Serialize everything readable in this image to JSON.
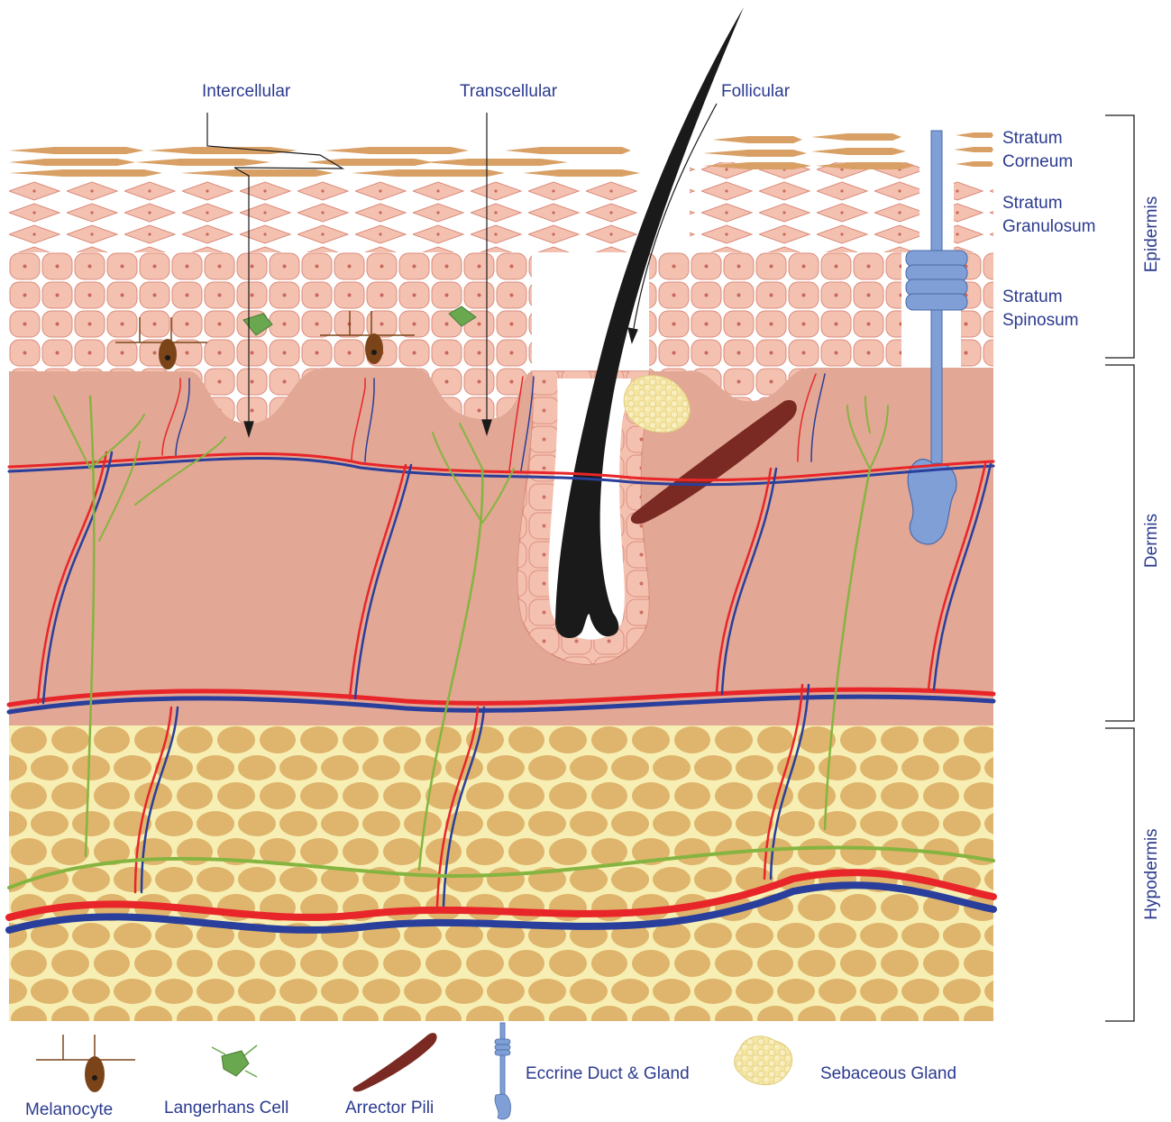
{
  "route_labels": {
    "intercellular": "Intercellular",
    "transcellular": "Transcellular",
    "follicular": "Follicular"
  },
  "stratum_labels": [
    {
      "line1": "Stratum",
      "line2": "Corneum"
    },
    {
      "line1": "Stratum",
      "line2": "Granulosum"
    },
    {
      "line1": "Stratum",
      "line2": "Spinosum"
    }
  ],
  "layer_labels": {
    "epidermis": "Epidermis",
    "dermis": "Dermis",
    "hypodermis": "Hypodermis"
  },
  "legend": {
    "melanocyte": "Melanocyte",
    "langerhans": "Langerhans Cell",
    "arrector": "Arrector Pili",
    "eccrine": "Eccrine Duct & Gland",
    "sebaceous": "Sebaceous Gland"
  },
  "colors": {
    "label_text": "#2b3a8f",
    "corneum": "#d9a066",
    "keratinocyte": "#f4c1b0",
    "keratinocyte_edge": "#d98a7a",
    "dermis": "#e2a795",
    "hypodermis_bg": "#f6eeb2",
    "fat_cell": "#dfb46c",
    "artery": "#e8262a",
    "vein": "#2a3f9b",
    "nerve": "#86b440",
    "hair": "#1a1a1a",
    "arrector_pili": "#7a2a22",
    "sweat_gland": "#7f9fd6",
    "sebaceous": "#f5e6a3",
    "melanocyte": "#7b4418",
    "langerhans": "#6aa84f"
  }
}
